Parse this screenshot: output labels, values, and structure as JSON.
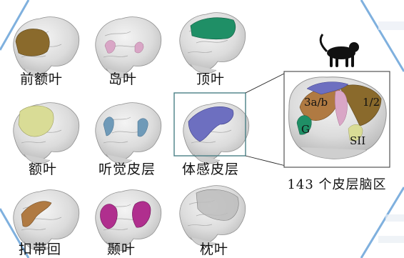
{
  "regions": [
    {
      "label": "前额叶",
      "color": "#8a6a2c"
    },
    {
      "label": "岛叶",
      "color": "#d9a6c6"
    },
    {
      "label": "顶叶",
      "color": "#1f8f66"
    },
    {
      "label": "额叶",
      "color": "#d9dc96"
    },
    {
      "label": "听觉皮层",
      "color": "#6f9ab8"
    },
    {
      "label": "体感皮层",
      "color": "#6d6fc0"
    },
    {
      "label": "扣带回",
      "color": "#b07a42"
    },
    {
      "label": "颞叶",
      "color": "#b02f8e"
    },
    {
      "label": "枕叶",
      "color": "#9a9a9a"
    }
  ],
  "highlighted_region": "体感皮层",
  "detail": {
    "caption": "143 个皮层脑区",
    "labels": {
      "area_3ab": "3a/b",
      "area_12": "1/2",
      "area_g": "G",
      "area_sii": "SII"
    }
  },
  "colors": {
    "hexagon_border": "#7fb0de",
    "box_border": "#4a7f86",
    "brain_fill": "#e6e6e6",
    "brain_shade": "#c9c9c9"
  },
  "icons": [
    "monkey-silhouette-icon"
  ]
}
